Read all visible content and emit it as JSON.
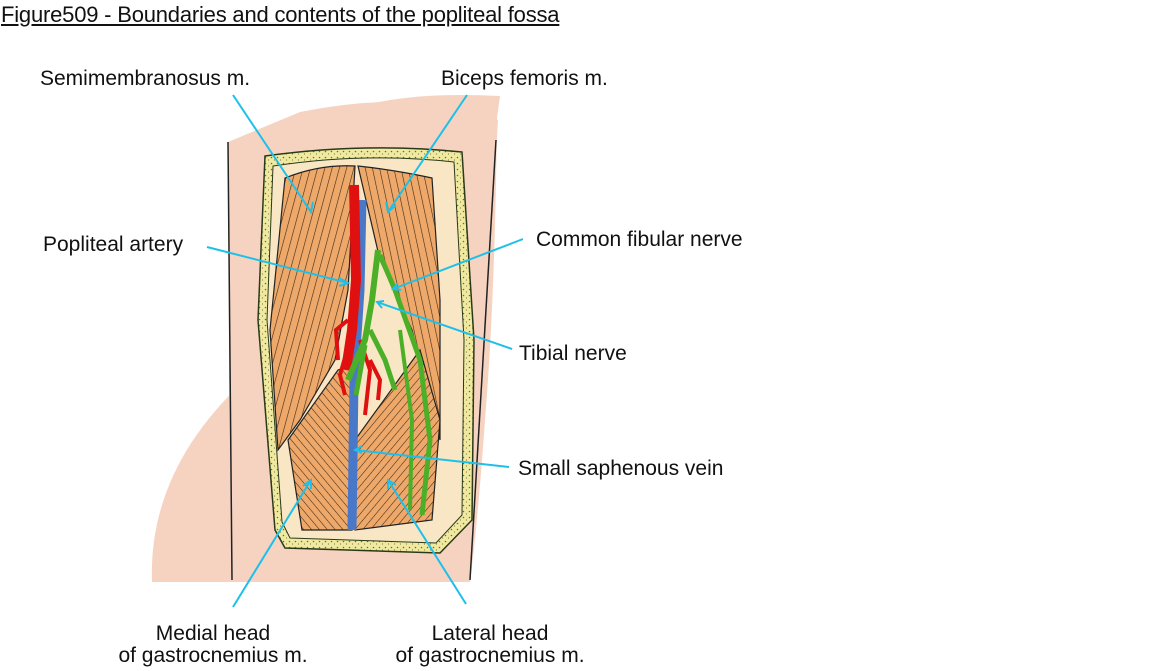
{
  "figure": {
    "title": "Figure509 - Boundaries and contents of the popliteal fossa"
  },
  "labels": {
    "semimembranosus": "Semimembranosus m.",
    "biceps_femoris": "Biceps femoris m.",
    "popliteal_artery": "Popliteal artery",
    "common_fibular_nerve": "Common fibular nerve",
    "tibial_nerve": "Tibial nerve",
    "small_saphenous_vein": "Small saphenous vein",
    "medial_head_line1": "Medial head",
    "medial_head_line2": "of gastrocnemius m.",
    "lateral_head_line1": "Lateral head",
    "lateral_head_line2": "of gastrocnemius m."
  },
  "colors": {
    "callout": "#1ec0ea",
    "skin": "#f6d3c1",
    "fascia": "#f8e6c4",
    "fat_border": "#f0eaa0",
    "muscle": "#eea869",
    "artery": "#e01010",
    "vein": "#4a78c8",
    "nerve": "#4caf28"
  }
}
